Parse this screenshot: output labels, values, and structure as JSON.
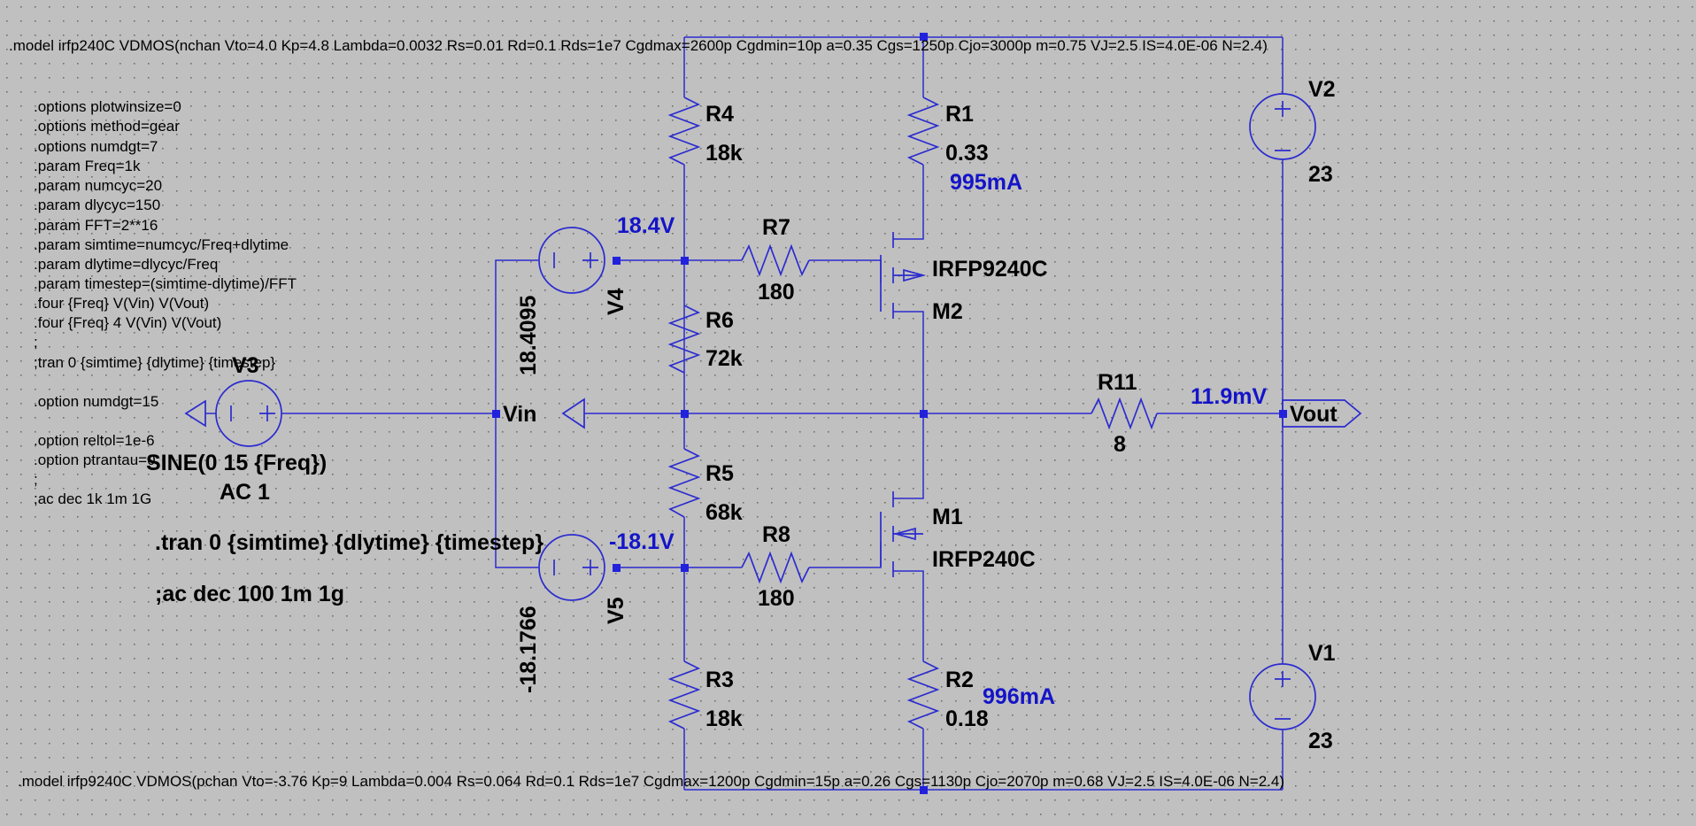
{
  "directives": {
    "model_n": ".model irfp240C VDMOS(nchan Vto=4.0 Kp=4.8 Lambda=0.0032 Rs=0.01 Rd=0.1 Rds=1e7 Cgdmax=2600p Cgdmin=10p a=0.35 Cgs=1250p Cjo=3000p m=0.75 VJ=2.5 IS=4.0E-06 N=2.4)",
    "model_p": ".model irfp9240C VDMOS(pchan Vto=-3.76 Kp=9 Lambda=0.004 Rs=0.064 Rd=0.1 Rds=1e7 Cgdmax=1200p Cgdmin=15p a=0.26 Cgs=1130p Cjo=2070p m=0.68 VJ=2.5 IS=4.0E-06 N=2.4)",
    "options_block": [
      ".options plotwinsize=0",
      ".options method=gear",
      ".options numdgt=7",
      ".param Freq=1k",
      ".param numcyc=20",
      ".param dlycyc=150",
      ".param FFT=2**16",
      ".param simtime=numcyc/Freq+dlytime",
      ".param dlytime=dlycyc/Freq",
      ".param timestep=(simtime-dlytime)/FFT",
      ".four {Freq} V(Vin) V(Vout)",
      ".four {Freq} 4 V(Vin) V(Vout)",
      ";",
      ";tran 0 {simtime} {dlytime} {timestep}",
      "",
      ".option numdgt=15",
      "",
      ".option reltol=1e-6",
      ".option ptrantau=0",
      ";",
      ";ac dec 1k 1m 1G"
    ],
    "tran": ".tran 0 {simtime} {dlytime} {timestep}",
    "ac": ";ac dec 100 1m 1g"
  },
  "components": {
    "R1": {
      "name": "R1",
      "value": "0.33"
    },
    "R2": {
      "name": "R2",
      "value": "0.18"
    },
    "R3": {
      "name": "R3",
      "value": "18k"
    },
    "R4": {
      "name": "R4",
      "value": "18k"
    },
    "R5": {
      "name": "R5",
      "value": "68k"
    },
    "R6": {
      "name": "R6",
      "value": "72k"
    },
    "R7": {
      "name": "R7",
      "value": "180"
    },
    "R8": {
      "name": "R8",
      "value": "180"
    },
    "R11": {
      "name": "R11",
      "value": "8"
    },
    "V1": {
      "name": "V1",
      "value": "23"
    },
    "V2": {
      "name": "V2",
      "value": "23"
    },
    "V3": {
      "name": "V3",
      "value": "SINE(0 15 {Freq})",
      "ac": "AC 1"
    },
    "V4": {
      "name": "V4",
      "value": "18.4095"
    },
    "V5": {
      "name": "V5",
      "value": "-18.1766"
    },
    "M1": {
      "name": "M1",
      "model": "IRFP240C"
    },
    "M2": {
      "name": "M2",
      "model": "IRFP9240C"
    }
  },
  "nets": {
    "vin": "Vin",
    "vout": "Vout"
  },
  "op_annotations": {
    "v_top_bias": "18.4V",
    "v_bottom_bias": "-18.1V",
    "v_out": "11.9mV",
    "i_r1": "995mA",
    "i_r2": "996mA"
  },
  "colors": {
    "background": "#c0c0c0",
    "wire": "#2b2bd0",
    "op_text": "#1414c8"
  }
}
